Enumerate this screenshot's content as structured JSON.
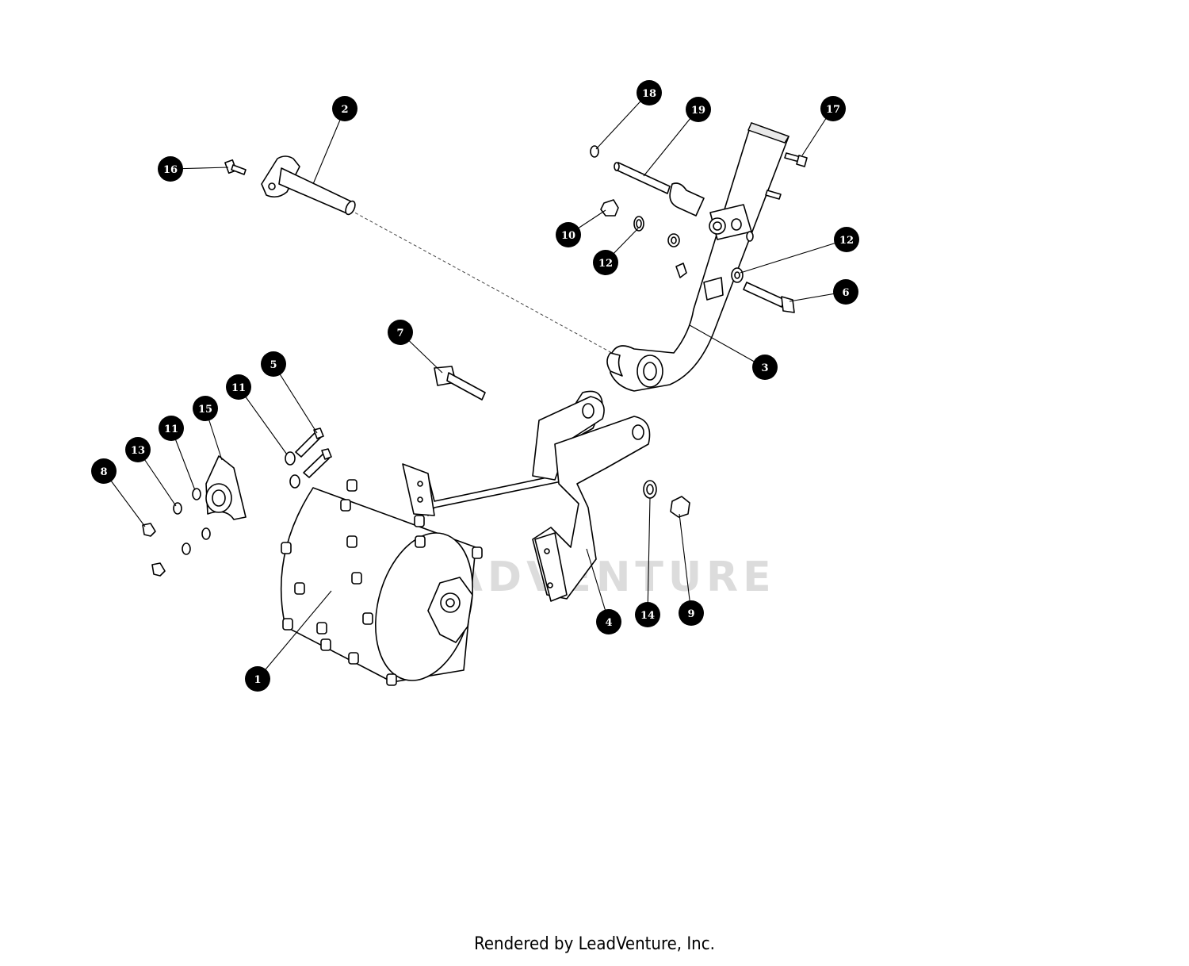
{
  "watermark": "LEADVENTURE",
  "footer": "Rendered by LeadVenture, Inc.",
  "callouts": [
    {
      "id": "callout-1",
      "label": "1"
    },
    {
      "id": "callout-2",
      "label": "2"
    },
    {
      "id": "callout-3",
      "label": "3"
    },
    {
      "id": "callout-4",
      "label": "4"
    },
    {
      "id": "callout-5",
      "label": "5"
    },
    {
      "id": "callout-6",
      "label": "6"
    },
    {
      "id": "callout-7",
      "label": "7"
    },
    {
      "id": "callout-8",
      "label": "8"
    },
    {
      "id": "callout-9",
      "label": "9"
    },
    {
      "id": "callout-10",
      "label": "10"
    },
    {
      "id": "callout-11a",
      "label": "11"
    },
    {
      "id": "callout-11b",
      "label": "11"
    },
    {
      "id": "callout-12a",
      "label": "12"
    },
    {
      "id": "callout-12b",
      "label": "12"
    },
    {
      "id": "callout-13",
      "label": "13"
    },
    {
      "id": "callout-14",
      "label": "14"
    },
    {
      "id": "callout-15",
      "label": "15"
    },
    {
      "id": "callout-16",
      "label": "16"
    },
    {
      "id": "callout-17",
      "label": "17"
    },
    {
      "id": "callout-18",
      "label": "18"
    },
    {
      "id": "callout-19",
      "label": "19"
    }
  ]
}
